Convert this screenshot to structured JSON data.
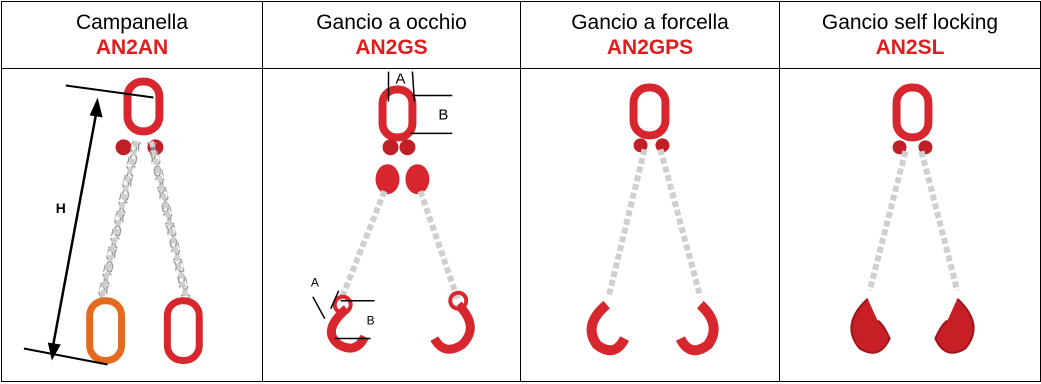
{
  "columns": [
    {
      "title": "Campanella",
      "code": "AN2AN"
    },
    {
      "title": "Gancio a occhio",
      "code": "AN2GS"
    },
    {
      "title": "Gancio a forcella",
      "code": "AN2GPS"
    },
    {
      "title": "Gancio self locking",
      "code": "AN2SL"
    }
  ],
  "dimension_labels": {
    "height": "H",
    "a": "A",
    "b": "B"
  },
  "colors": {
    "accent": "#e01d1d",
    "chain": "#c8c8c8",
    "fitting": "#d7262e"
  }
}
